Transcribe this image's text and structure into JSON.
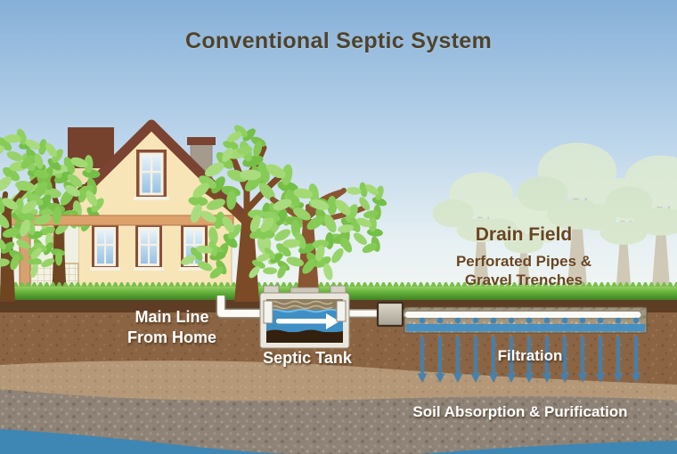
{
  "title": "Conventional Septic System",
  "labels": {
    "main_line_1": "Main Line",
    "main_line_2": "From Home",
    "septic_tank": "Septic Tank",
    "drain_field_title": "Drain Field",
    "drain_field_sub1": "Perforated Pipes &",
    "drain_field_sub2": "Gravel Trenches",
    "filtration": "Filtration",
    "soil_absorption": "Soil Absorption & Purification"
  },
  "colors": {
    "sky_top": "#86b0d8",
    "sky_horizon": "#f1f6f2",
    "grass": "#5fae37",
    "topsoil": "#5d3d24",
    "soil": "#8b6543",
    "sand_layer": "#b49878",
    "gravel_layer": "#8e8376",
    "groundwater": "#3e87b5",
    "effluent_water": "#3f8fc5",
    "pipe": "#fbfaf4",
    "tank_shell": "#e9e7de",
    "house_wall": "#f7e5b8",
    "roof": "#7b4331",
    "title_text": "#4f432c",
    "brown_label_text": "#6a4522",
    "white_label_text": "#ffffff"
  }
}
